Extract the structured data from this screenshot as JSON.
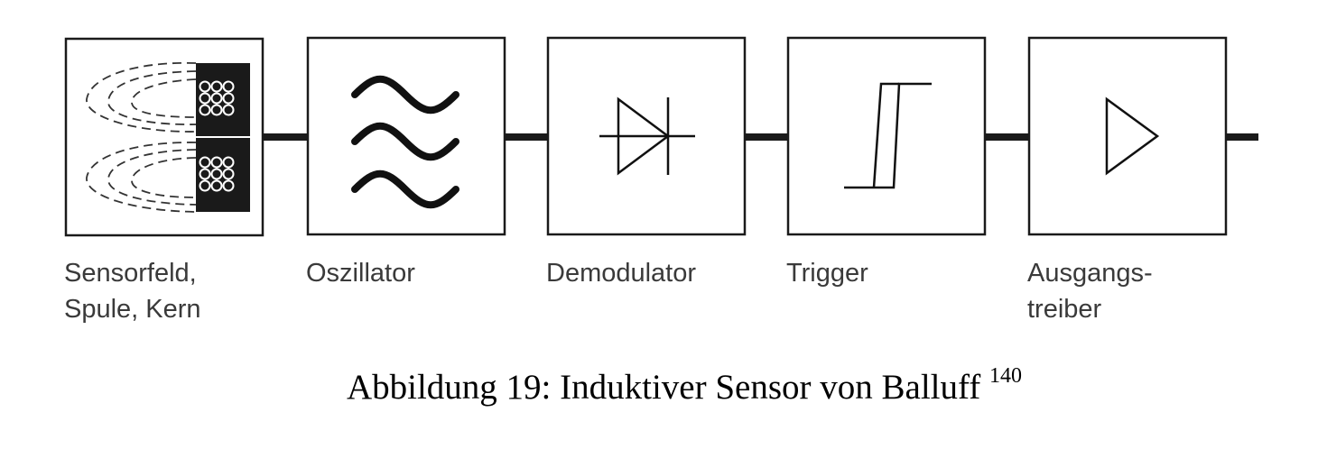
{
  "colors": {
    "line": "#1a1a1a",
    "label": "#3a3a3a",
    "caption": "#000000"
  },
  "blocks": [
    {
      "id": "sensor",
      "icon": "coil-core-icon",
      "label_lines": [
        "Sensorfeld,",
        "Spule, Kern"
      ]
    },
    {
      "id": "oscillator",
      "icon": "wave-icon",
      "label_lines": [
        "Oszillator"
      ]
    },
    {
      "id": "demodulator",
      "icon": "diode-icon",
      "label_lines": [
        "Demodulator"
      ]
    },
    {
      "id": "trigger",
      "icon": "hysteresis-icon",
      "label_lines": [
        "Trigger"
      ]
    },
    {
      "id": "driver",
      "icon": "amplifier-icon",
      "label_lines": [
        "Ausgangs-",
        "treiber"
      ]
    }
  ],
  "caption": {
    "text": "Abbildung 19: Induktiver Sensor von Balluff",
    "footnote": "140"
  }
}
